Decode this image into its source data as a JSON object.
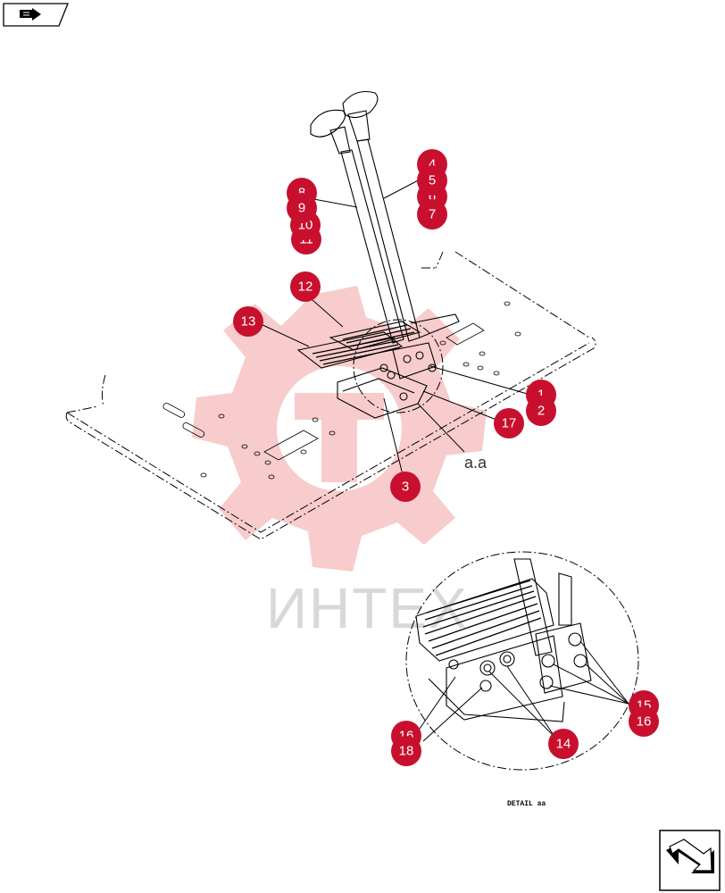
{
  "watermark": {
    "text": "ИНТЕХ",
    "color": "#f3b3b3"
  },
  "callout_color": "#c8102e",
  "callouts": [
    {
      "id": "c4",
      "label": "4"
    },
    {
      "id": "c5",
      "label": "5"
    },
    {
      "id": "c6",
      "label": "6"
    },
    {
      "id": "c7",
      "label": "7"
    },
    {
      "id": "c8",
      "label": "8"
    },
    {
      "id": "c9",
      "label": "9"
    },
    {
      "id": "c10",
      "label": "10"
    },
    {
      "id": "c11",
      "label": "11"
    },
    {
      "id": "c12",
      "label": "12"
    },
    {
      "id": "c13",
      "label": "13"
    },
    {
      "id": "c1",
      "label": "1"
    },
    {
      "id": "c2",
      "label": "2"
    },
    {
      "id": "c17",
      "label": "17"
    },
    {
      "id": "c3",
      "label": "3"
    },
    {
      "id": "c16a",
      "label": "16"
    },
    {
      "id": "c18",
      "label": "18"
    },
    {
      "id": "c14",
      "label": "14"
    },
    {
      "id": "c15",
      "label": "15"
    },
    {
      "id": "c16b",
      "label": "16"
    }
  ],
  "view_label": "a.a",
  "detail_label": "DETAIL aa"
}
